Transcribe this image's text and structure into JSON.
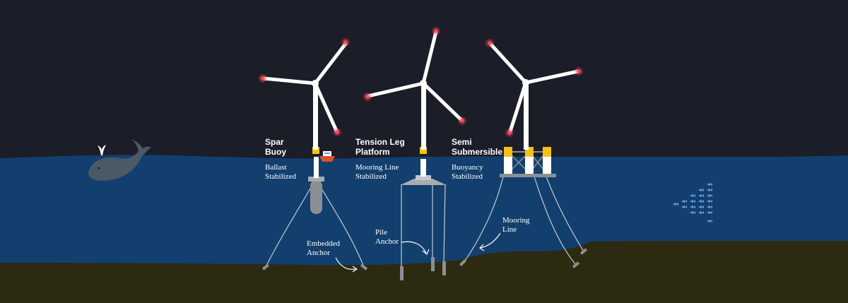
{
  "colors": {
    "sky": "#1b1d28",
    "ocean": "#123f6e",
    "seabed": "#2d2a12",
    "tower": "#ffffff",
    "accent_yellow": "#f2c21b",
    "structure_gray": "#8a8f95",
    "light_red": "#ff4d5a",
    "fish": "#6d9ee0",
    "whale": "#4a5966"
  },
  "spar": {
    "title_line1": "Spar",
    "title_line2": "Buoy",
    "desc_line1": "Ballast",
    "desc_line2": "Stabilized",
    "anchor_line1": "Embedded",
    "anchor_line2": "Anchor"
  },
  "tlp": {
    "title_line1": "Tension Leg",
    "title_line2": "Platform",
    "desc_line1": "Mooring Line",
    "desc_line2": "Stabilized",
    "anchor_line1": "Pile",
    "anchor_line2": "Anchor"
  },
  "semi": {
    "title_line1": "Semi",
    "title_line2": "Submersible",
    "desc_line1": "Buoyancy",
    "desc_line2": "Stabilized",
    "mooring_line1": "Mooring",
    "mooring_line2": "Line"
  },
  "icons": [
    "whale-icon",
    "boat-icon",
    "fish-school-icon",
    "wind-turbine-icon"
  ]
}
